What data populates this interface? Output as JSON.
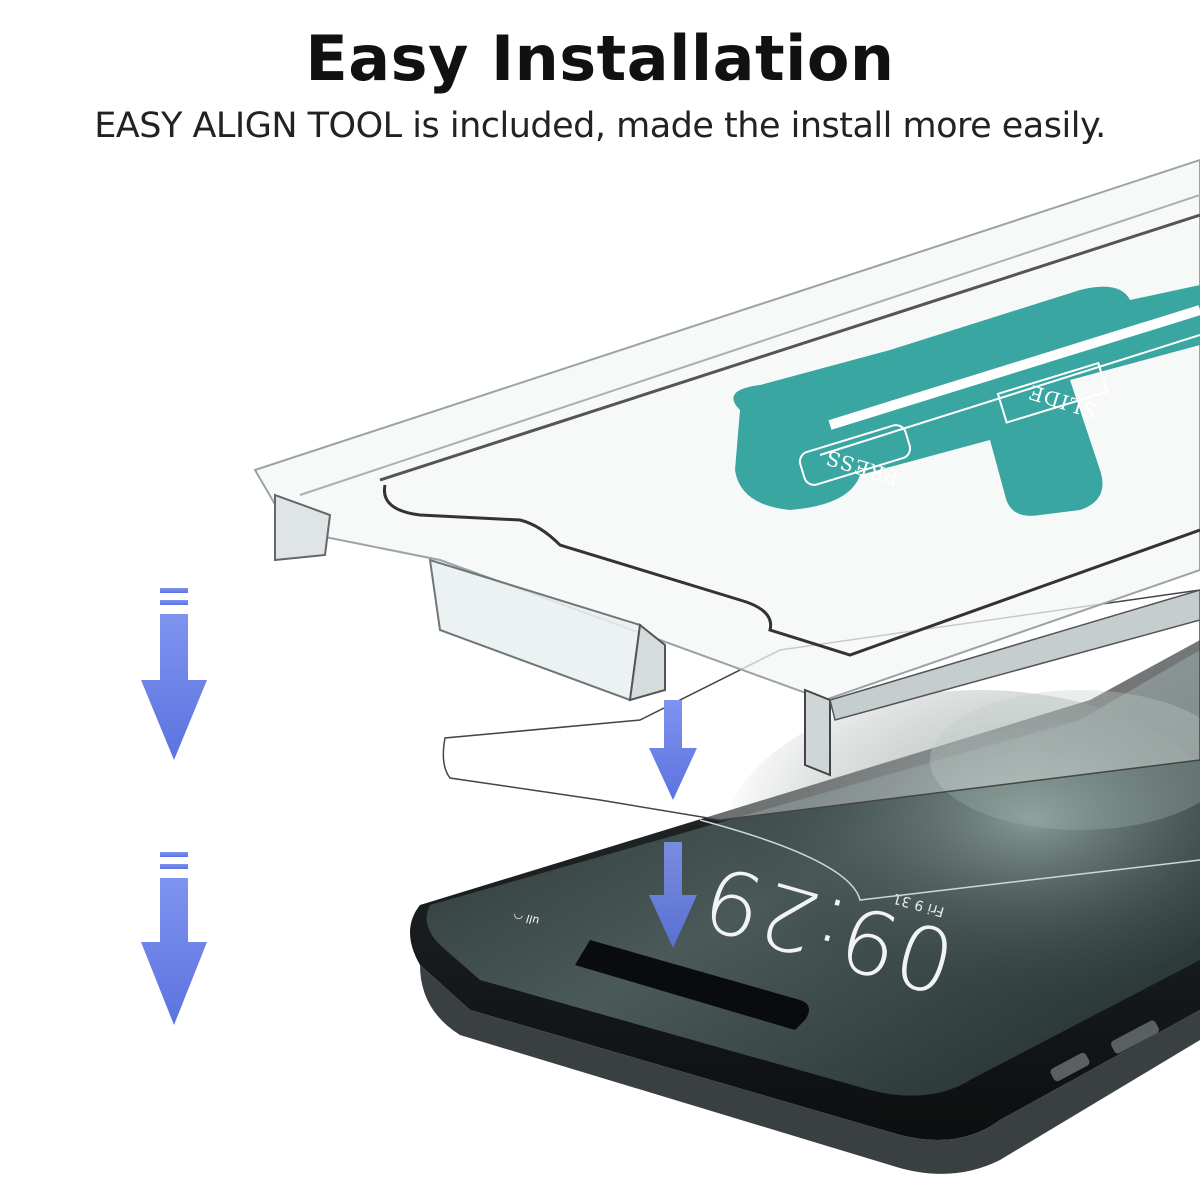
{
  "header": {
    "title": "Easy Installation",
    "subtitle": "EASY ALIGN TOOL is included, made the install more easily."
  },
  "tray": {
    "press_label": "PRESS",
    "slide_label": "SLIDE"
  },
  "phone": {
    "clock": "09:29",
    "date": "Fri 9 31",
    "carrier": "ull  ◠"
  },
  "colors": {
    "arrow": "#6f86e8",
    "tag": "#3aa6a2",
    "phone_body": "#1a1d1f",
    "screen": "#2f3c3c"
  }
}
